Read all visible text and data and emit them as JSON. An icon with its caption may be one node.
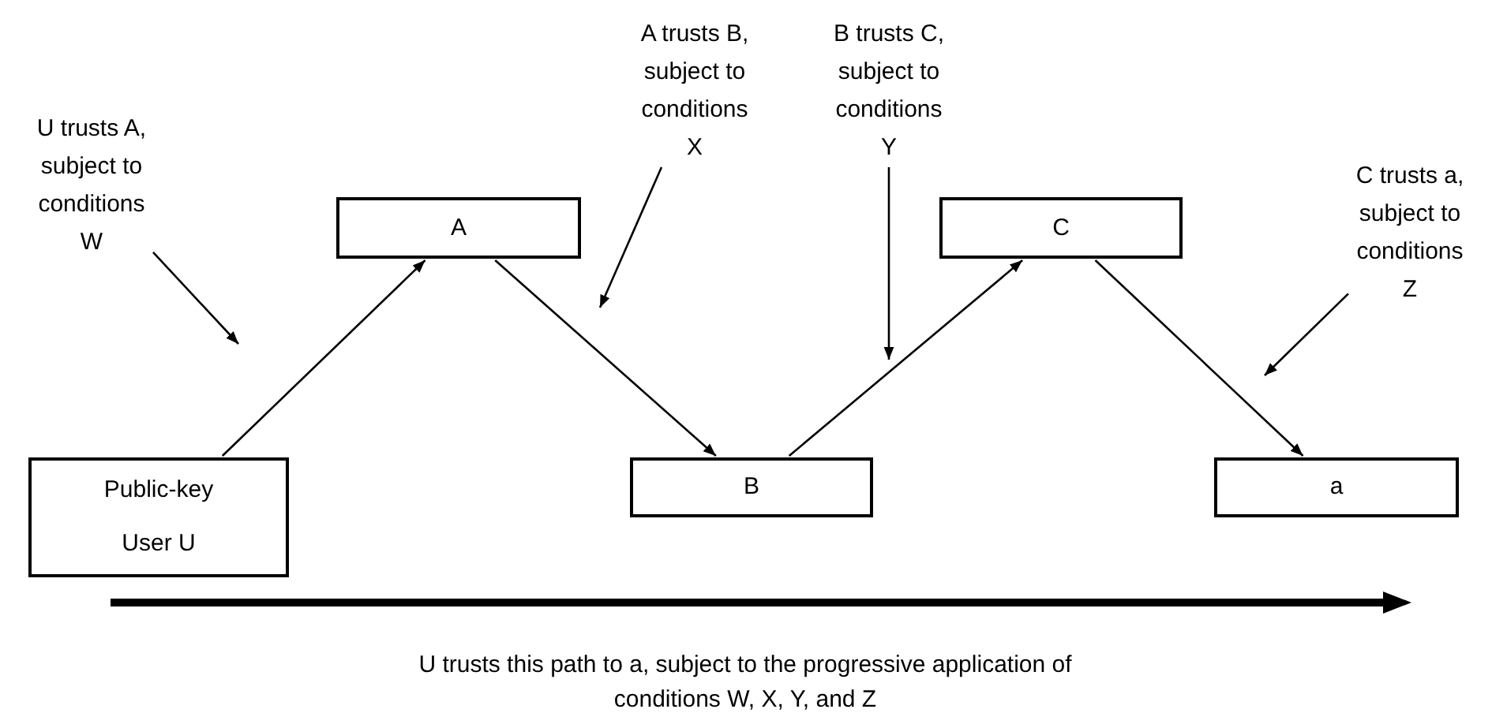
{
  "diagram": {
    "caption": "U trusts this path to a, subject to the progressive application of conditions W, X, Y, and Z",
    "nodes": [
      {
        "text": [
          "Public-key",
          "User U"
        ]
      },
      {
        "text": [
          "A"
        ]
      },
      {
        "text": [
          "B"
        ]
      },
      {
        "text": [
          "C"
        ]
      },
      {
        "text": [
          "a"
        ]
      },
      {
        "text": [
          "U trusts A, subject to conditions W"
        ]
      },
      {
        "text": [
          "A trusts B, subject to conditions X"
        ]
      },
      {
        "text": [
          "B trusts C, subject to conditions Y"
        ]
      },
      {
        "text": [
          "C trusts a, subject to conditions Z"
        ]
      }
    ],
    "edges": [
      {
        "from": 0,
        "to": 1,
        "arrow": "to"
      },
      {
        "from": 1,
        "to": 2,
        "arrow": "to"
      },
      {
        "from": 2,
        "to": 3,
        "arrow": "to"
      },
      {
        "from": 3,
        "to": 4,
        "arrow": "to"
      },
      {
        "from": 5,
        "to": null,
        "arrow": "to"
      },
      {
        "from": 6,
        "to": null,
        "arrow": "to"
      },
      {
        "from": 7,
        "to": null,
        "arrow": "to"
      },
      {
        "from": 8,
        "to": null,
        "arrow": "to"
      }
    ]
  }
}
